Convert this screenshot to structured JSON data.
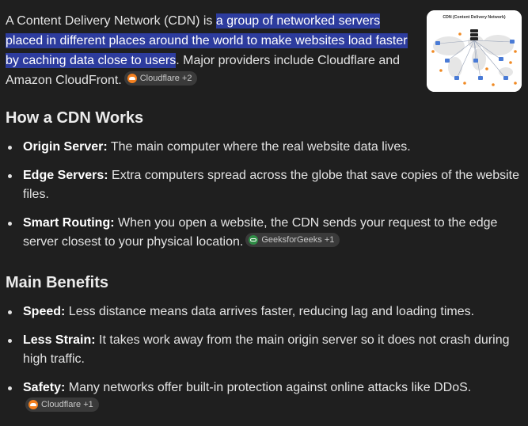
{
  "intro": {
    "text_before": "A Content Delivery Network (CDN) is ",
    "highlight": "a group of networked servers placed in different places around the world to make websites load faster by caching data close to users",
    "text_after": ". Major providers include Cloudflare and Amazon CloudFront.",
    "source_chip": {
      "label": "Cloudflare +2",
      "icon": "cloudflare-icon"
    }
  },
  "thumbnail": {
    "title": "CDN (Content Delivery Network)"
  },
  "sections": {
    "works": {
      "heading": "How a CDN Works",
      "items": [
        {
          "term": "Origin Server:",
          "text": " The main computer where the real website data lives."
        },
        {
          "term": "Edge Servers:",
          "text": " Extra computers spread across the globe that save copies of the website files."
        },
        {
          "term": "Smart Routing:",
          "text": " When you open a website, the CDN sends your request to the edge server closest to your physical location.",
          "chip": {
            "label": "GeeksforGeeks +1",
            "icon": "geeksforgeeks-icon"
          }
        }
      ]
    },
    "benefits": {
      "heading": "Main Benefits",
      "items": [
        {
          "term": "Speed:",
          "text": " Less distance means data arrives faster, reducing lag and loading times."
        },
        {
          "term": "Less Strain:",
          "text": " It takes work away from the main origin server so it does not crash during high traffic."
        },
        {
          "term": "Safety:",
          "text": " Many networks offer built-in protection against online attacks like DDoS.",
          "chip": {
            "label": "Cloudflare +1",
            "icon": "cloudflare-icon"
          }
        }
      ]
    }
  },
  "colors": {
    "background": "#1f1f1f",
    "highlight_bg": "#2d3c9e",
    "chip_bg": "#3a3a3a",
    "cloudflare": "#f38020",
    "geeksforgeeks": "#2f8d46"
  }
}
